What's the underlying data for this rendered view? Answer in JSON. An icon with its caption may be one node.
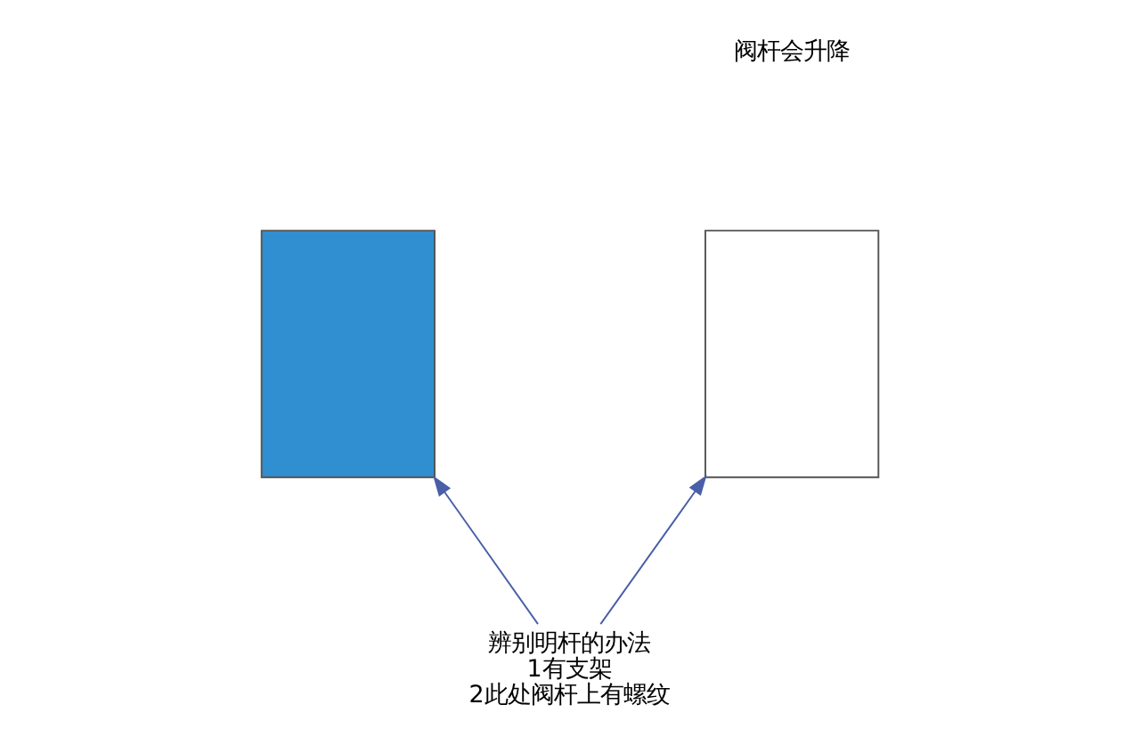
{
  "diagram": {
    "nodes": [
      {
        "text": [],
        "shape": "box"
      },
      {
        "text": [],
        "shape": "box"
      },
      {
        "text": [
          "辨别明杆的办法",
          "1有支架",
          "2此处阀杆上有螺纹"
        ]
      }
    ],
    "edges": [
      {
        "from": 2,
        "to": 0,
        "arrow": "to"
      },
      {
        "from": 2,
        "to": 1,
        "arrow": "to"
      }
    ],
    "labels": [
      "阀杆会升降"
    ]
  }
}
